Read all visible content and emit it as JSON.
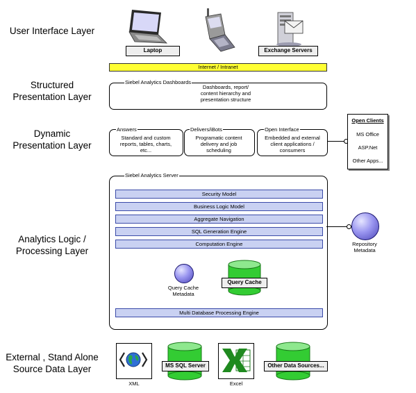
{
  "layers": {
    "ui": "User Interface Layer",
    "structured": [
      "Structured",
      "Presentation Layer"
    ],
    "dynamic": [
      "Dynamic",
      "Presentation Layer"
    ],
    "analytics": [
      "Analytics Logic /",
      "Processing Layer"
    ],
    "external": [
      "External , Stand Alone",
      "Source Data Layer"
    ]
  },
  "ui_layer": {
    "laptop": "Laptop",
    "exchange": "Exchange Servers",
    "internet": "Internet / Intranet"
  },
  "structured_layer": {
    "title": "Siebel Analytics Dashboards",
    "desc": [
      "Dashboards, report/",
      "content hierarchy and",
      "presentation structure"
    ]
  },
  "dynamic_layer": {
    "answers": {
      "title": "Answers",
      "desc": [
        "Standard and custom",
        "reports, tables, charts,",
        "etc..."
      ]
    },
    "delivers": {
      "title": "Delivers/iBots",
      "desc": [
        "Programatic content",
        "delivery and job",
        "scheduling"
      ]
    },
    "open": {
      "title": "Open Interface",
      "desc": [
        "Embedded and external",
        "client applications /",
        "consumers"
      ]
    },
    "clients": {
      "title": "Open Clients",
      "items": [
        "MS Office",
        "ASP.Net",
        "Other Apps..."
      ]
    }
  },
  "analytics_layer": {
    "title": "Siebel Analytics Server",
    "bars": [
      "Security Model",
      "Business Logic Model",
      "Aggregate Navigation",
      "SQL Generation Engine",
      "Computation Engine"
    ],
    "query_cache_metadata": [
      "Query Cache",
      "Metadata"
    ],
    "query_cache": "Query Cache",
    "multi_db": "Multi Database Processing Engine",
    "repository": [
      "Repository",
      "Metadata"
    ]
  },
  "external_layer": {
    "xml": "XML",
    "mssql": "MS SQL Server",
    "excel": "Excel",
    "other": "Other Data Sources..."
  },
  "colors": {
    "internet_bar": "#ffff33",
    "engine_bar": "#c9d1f2",
    "cylinder": "#33cc33",
    "sphere": "#8c88ee"
  }
}
